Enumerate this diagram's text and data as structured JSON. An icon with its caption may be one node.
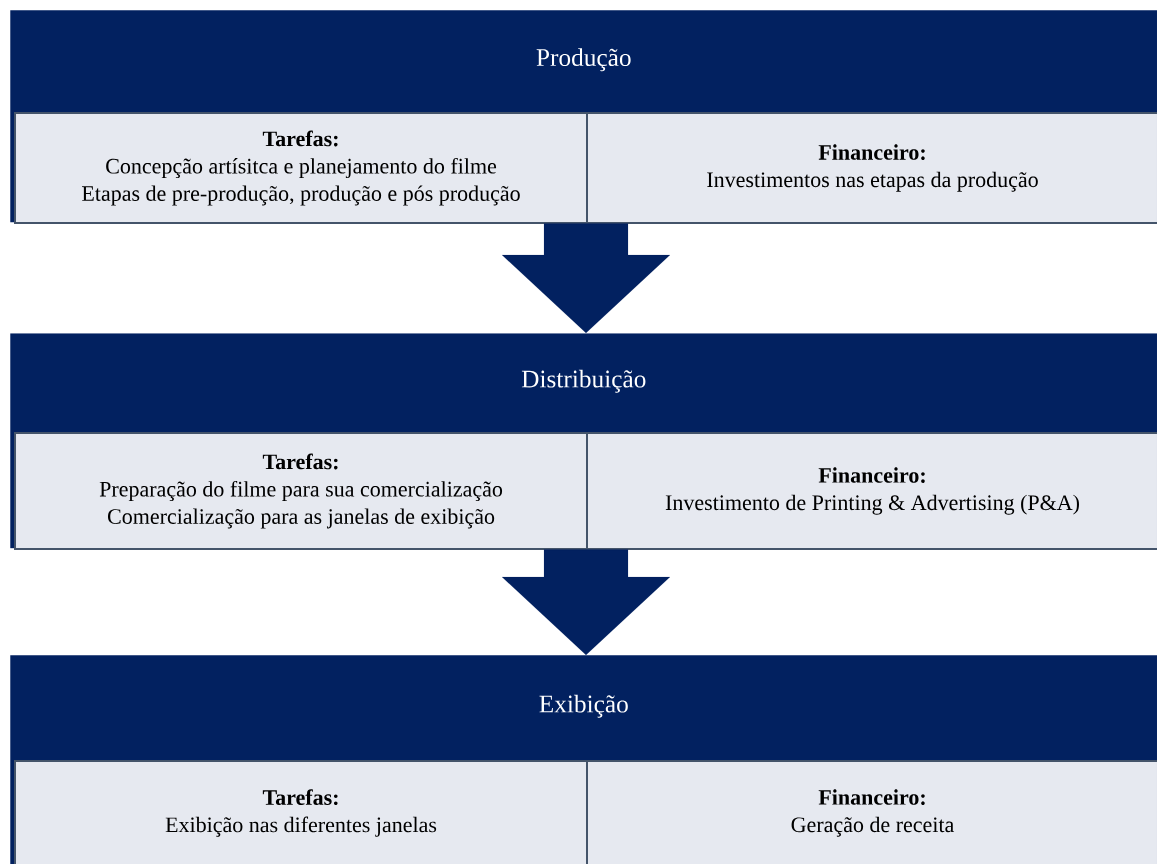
{
  "diagram": {
    "nodes": [
      {
        "text": [
          "Produção"
        ]
      },
      {
        "text": [
          "Tarefas:",
          "Concepção artísitca e planejamento do filme",
          "Etapas de pre-produção, produção e pós produção"
        ],
        "in": 0
      },
      {
        "text": [
          "Financeiro:",
          "Investimentos nas etapas da produção"
        ],
        "in": 0
      },
      {
        "text": [
          "Distribuição"
        ]
      },
      {
        "text": [
          "Tarefas:",
          "Preparação do filme para sua comercialização",
          "Comercialização para as janelas de exibição"
        ],
        "in": 3
      },
      {
        "text": [
          "Financeiro:",
          "Investimento de Printing & Advertising (P&A)"
        ],
        "in": 3
      },
      {
        "text": [
          "Exibição"
        ]
      },
      {
        "text": [
          "Tarefas:",
          "Exibição nas diferentes janelas"
        ],
        "in": 6
      },
      {
        "text": [
          "Financeiro:",
          "Geração de receita"
        ],
        "in": 6
      }
    ],
    "edges": [
      {
        "from": 0,
        "to": 3,
        "arrow": "to"
      },
      {
        "from": 3,
        "to": 6,
        "arrow": "to"
      }
    ]
  }
}
